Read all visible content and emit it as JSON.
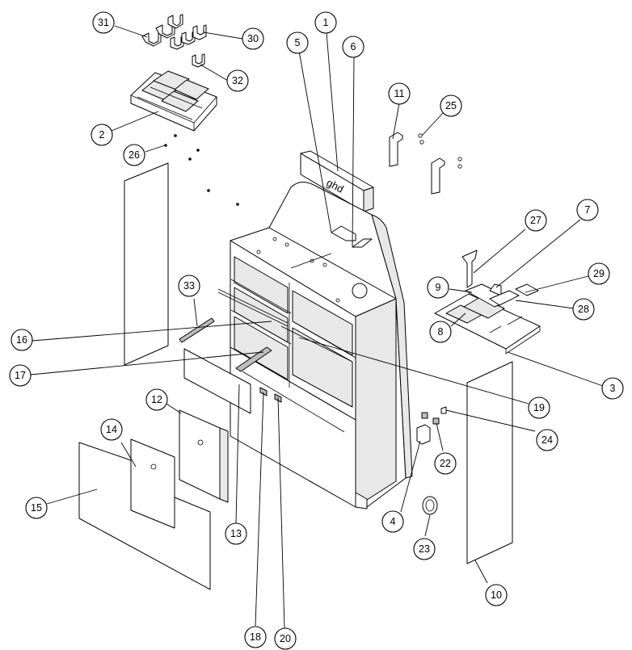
{
  "callouts": [
    {
      "id": "31",
      "label": "31"
    },
    {
      "id": "30",
      "label": "30"
    },
    {
      "id": "32",
      "label": "32"
    },
    {
      "id": "2",
      "label": "2"
    },
    {
      "id": "26",
      "label": "26"
    },
    {
      "id": "1",
      "label": "1"
    },
    {
      "id": "5",
      "label": "5"
    },
    {
      "id": "6",
      "label": "6"
    },
    {
      "id": "11",
      "label": "11"
    },
    {
      "id": "25",
      "label": "25"
    },
    {
      "id": "27",
      "label": "27"
    },
    {
      "id": "7",
      "label": "7"
    },
    {
      "id": "9",
      "label": "9"
    },
    {
      "id": "29",
      "label": "29"
    },
    {
      "id": "28",
      "label": "28"
    },
    {
      "id": "8",
      "label": "8"
    },
    {
      "id": "3",
      "label": "3"
    },
    {
      "id": "33",
      "label": "33"
    },
    {
      "id": "16",
      "label": "16"
    },
    {
      "id": "17",
      "label": "17"
    },
    {
      "id": "19",
      "label": "19"
    },
    {
      "id": "12",
      "label": "12"
    },
    {
      "id": "14",
      "label": "14"
    },
    {
      "id": "15",
      "label": "15"
    },
    {
      "id": "13",
      "label": "13"
    },
    {
      "id": "18",
      "label": "18"
    },
    {
      "id": "20",
      "label": "20"
    },
    {
      "id": "24",
      "label": "24"
    },
    {
      "id": "22",
      "label": "22"
    },
    {
      "id": "4",
      "label": "4"
    },
    {
      "id": "23",
      "label": "23"
    },
    {
      "id": "10",
      "label": "10"
    }
  ],
  "header_logo": "ghd"
}
